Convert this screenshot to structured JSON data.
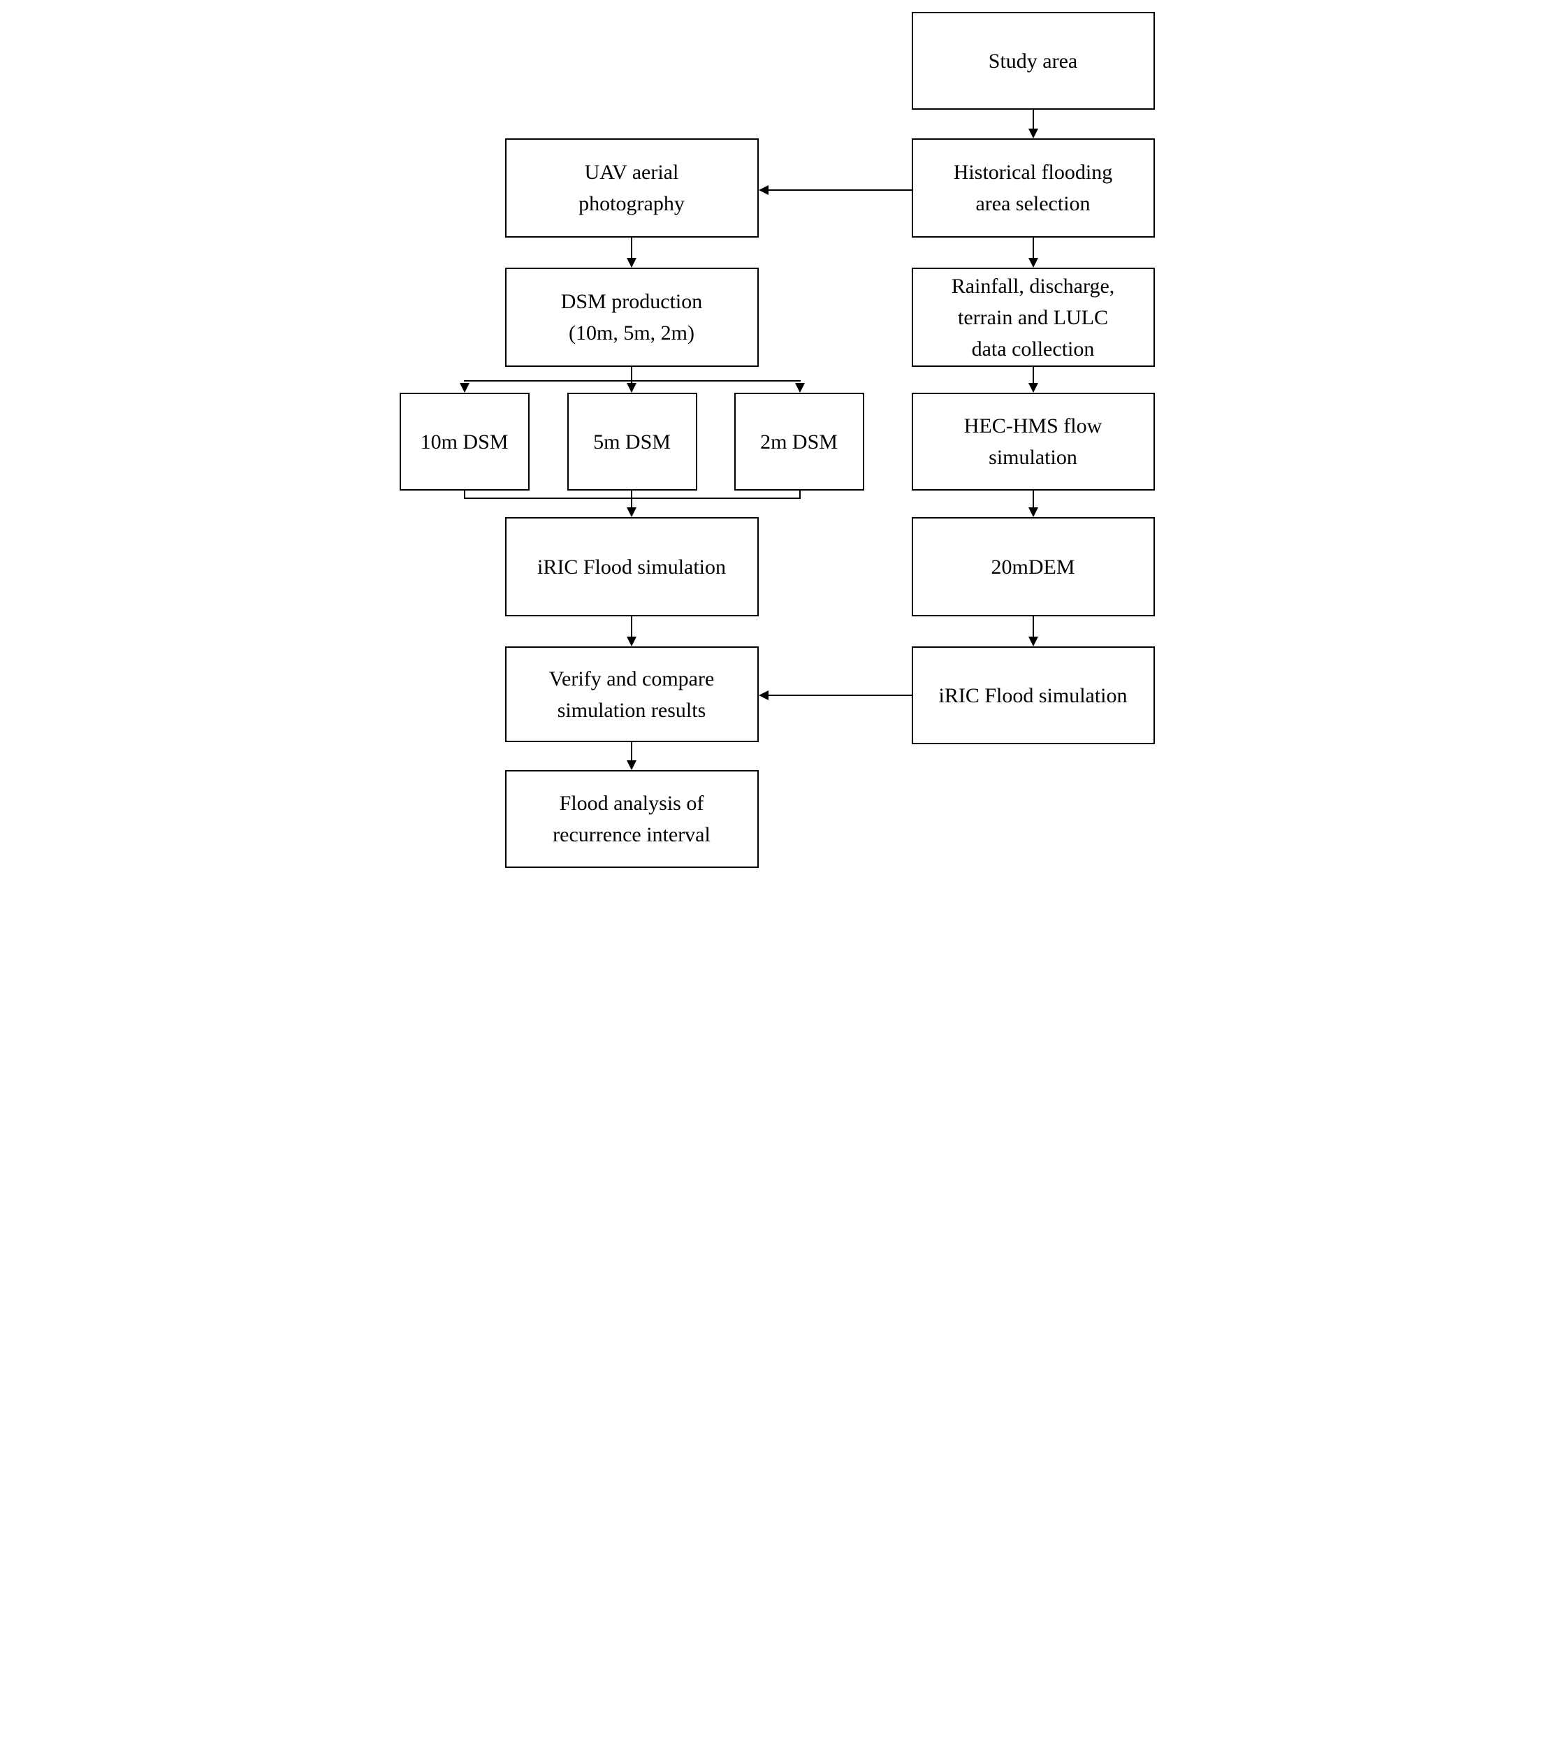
{
  "figure": {
    "type": "flowchart",
    "background_color": "#ffffff",
    "box_fill_color": "#ffffff",
    "box_border_color": "#000000",
    "line_color": "#000000",
    "text_color": "#000000"
  },
  "nodes": {
    "study_area": {
      "label": "Study area"
    },
    "historical_flooding": {
      "label": "Historical flooding\narea selection"
    },
    "rainfall_data": {
      "label": "Rainfall, discharge,\nterrain and LULC\ndata collection"
    },
    "hec_hms": {
      "label": "HEC-HMS flow\nsimulation"
    },
    "dem_20m": {
      "label": "20mDEM"
    },
    "iric_right": {
      "label": "iRIC Flood simulation"
    },
    "uav_photography": {
      "label": "UAV aerial\nphotography"
    },
    "dsm_production": {
      "label": "DSM production\n(10m, 5m, 2m)"
    },
    "dsm_10m": {
      "label": "10m DSM"
    },
    "dsm_5m": {
      "label": "5m DSM"
    },
    "dsm_2m": {
      "label": "2m DSM"
    },
    "iric_left": {
      "label": "iRIC Flood simulation"
    },
    "verify_compare": {
      "label": "Verify and compare\nsimulation results"
    },
    "flood_analysis": {
      "label": "Flood analysis of\nrecurrence interval"
    }
  },
  "edges": [
    {
      "from": "study_area",
      "to": "historical_flooding"
    },
    {
      "from": "historical_flooding",
      "to": "rainfall_data"
    },
    {
      "from": "historical_flooding",
      "to": "uav_photography"
    },
    {
      "from": "rainfall_data",
      "to": "hec_hms"
    },
    {
      "from": "hec_hms",
      "to": "dem_20m"
    },
    {
      "from": "dem_20m",
      "to": "iric_right"
    },
    {
      "from": "iric_right",
      "to": "verify_compare"
    },
    {
      "from": "uav_photography",
      "to": "dsm_production"
    },
    {
      "from": "dsm_production",
      "to": "dsm_10m"
    },
    {
      "from": "dsm_production",
      "to": "dsm_5m"
    },
    {
      "from": "dsm_production",
      "to": "dsm_2m"
    },
    {
      "from": "dsm_10m",
      "to": "iric_left"
    },
    {
      "from": "dsm_5m",
      "to": "iric_left"
    },
    {
      "from": "dsm_2m",
      "to": "iric_left"
    },
    {
      "from": "iric_left",
      "to": "verify_compare"
    },
    {
      "from": "verify_compare",
      "to": "flood_analysis"
    }
  ]
}
